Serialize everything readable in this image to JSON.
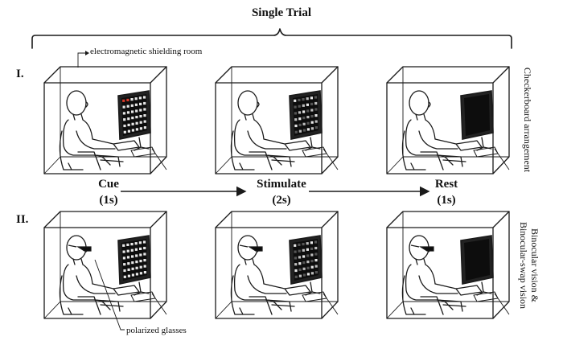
{
  "title": "Single  Trial",
  "rows": [
    {
      "numeral": "I.",
      "side_label": "Checkerboard arrangement",
      "wears_glasses": false
    },
    {
      "numeral": "II.",
      "side_label_line1": "Binocular vision &",
      "side_label_line2": "Binocular-swap vision",
      "wears_glasses": true
    }
  ],
  "phases": [
    {
      "name": "Cue",
      "duration": "(1s)",
      "screen": "cue"
    },
    {
      "name": "Stimulate",
      "duration": "(2s)",
      "screen": "stimulate"
    },
    {
      "name": "Rest",
      "duration": "(1s)",
      "screen": "rest"
    }
  ],
  "annotations": {
    "room": "electromagnetic shielding room",
    "glasses": "polarized glasses"
  },
  "colors": {
    "line": "#1a1a1a",
    "screen_dark": "#0d0d0d",
    "cue_highlight": "#d83a2a",
    "checker_light": "#e8e8e8",
    "checker_dim": "#555555"
  }
}
